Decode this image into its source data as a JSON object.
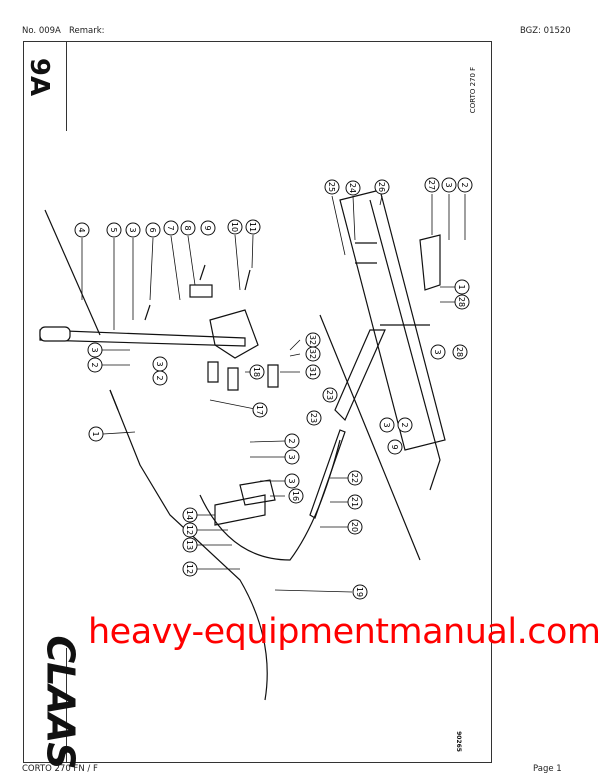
{
  "header": {
    "number": "No. 009A",
    "remark": "Remark:",
    "bgz": "BGZ: 01520"
  },
  "sheet": {
    "section": "9A",
    "model": "CORTO 270 F",
    "logo": "CLAAS",
    "figure_no": "90265"
  },
  "footer": {
    "model": "CORTO 270 FN / F",
    "page": "Page 1"
  },
  "watermark": "heavy-equipmentmanual.com",
  "callouts": [
    "4",
    "5",
    "3",
    "6",
    "7",
    "8",
    "9",
    "10",
    "11",
    "3",
    "2",
    "3",
    "2",
    "1",
    "25",
    "24",
    "26",
    "27",
    "3",
    "2",
    "1",
    "28",
    "3",
    "28",
    "32",
    "32",
    "31",
    "18",
    "17",
    "23",
    "3",
    "2",
    "2",
    "3",
    "3",
    "16",
    "22",
    "21",
    "20",
    "14",
    "12",
    "13",
    "12",
    "19",
    "23",
    "9"
  ]
}
